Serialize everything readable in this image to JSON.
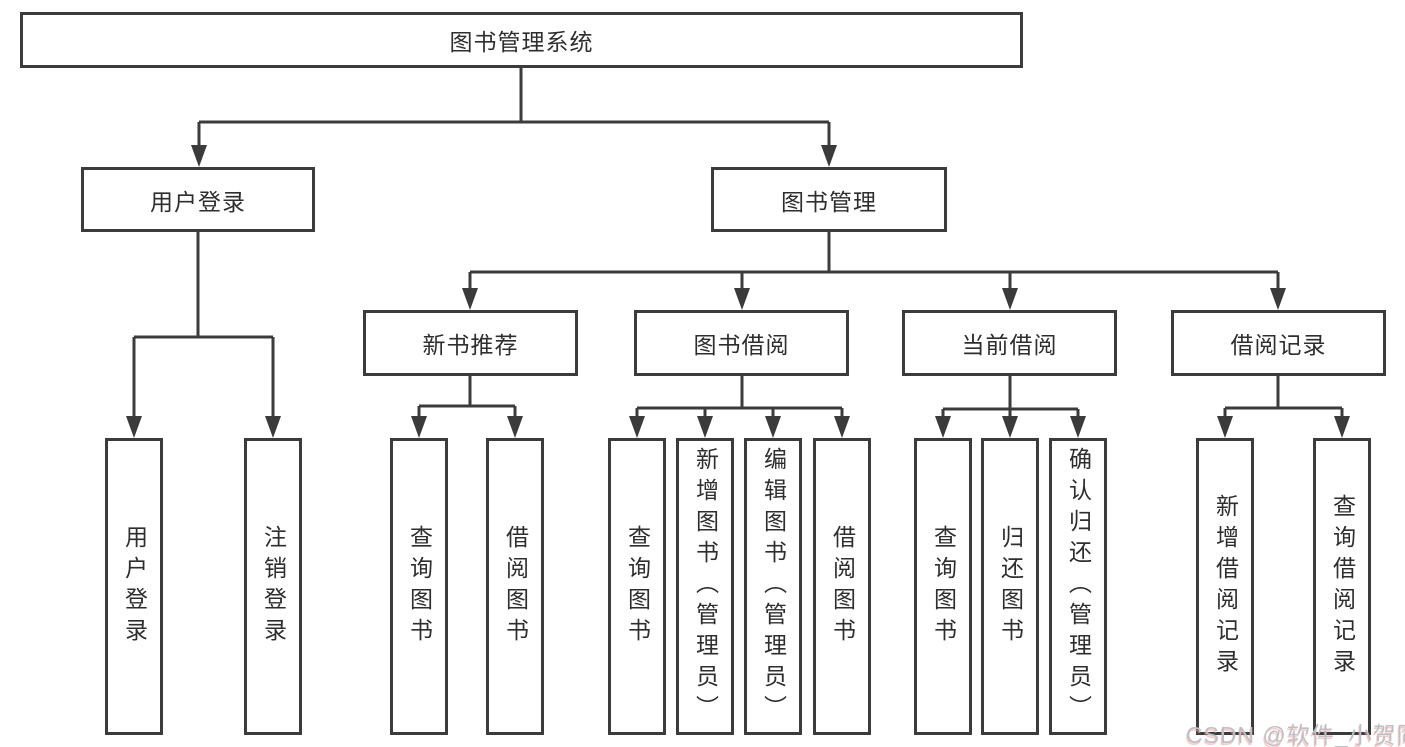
{
  "diagram": {
    "title": "图书管理系统",
    "colors": {
      "line": "#3b3b3b",
      "text": "#2e2e2e",
      "background": "#ffffff",
      "watermark": "#bdc0c5"
    },
    "nodes": {
      "root": {
        "label": "图书管理系统"
      },
      "level2": [
        {
          "label": "用户登录"
        },
        {
          "label": "图书管理"
        }
      ],
      "user_login_children": [
        {
          "label": "用户登录"
        },
        {
          "label": "注销登录"
        }
      ],
      "book_management_children": [
        {
          "label": "新书推荐"
        },
        {
          "label": "图书借阅"
        },
        {
          "label": "当前借阅"
        },
        {
          "label": "借阅记录"
        }
      ],
      "new_book_recommend_children": [
        {
          "label": "查询图书"
        },
        {
          "label": "借阅图书"
        }
      ],
      "book_borrow_children": [
        {
          "label": "查询图书"
        },
        {
          "label": "新增图书（管理员）"
        },
        {
          "label": "编辑图书（管理员）"
        },
        {
          "label": "借阅图书"
        }
      ],
      "current_borrow_children": [
        {
          "label": "查询图书"
        },
        {
          "label": "归还图书"
        },
        {
          "label": "确认归还（管理员）"
        }
      ],
      "borrow_record_children": [
        {
          "label": "新增借阅记录"
        },
        {
          "label": "查询借阅记录"
        }
      ]
    },
    "watermark": "CSDN @软件_小贺同学"
  }
}
